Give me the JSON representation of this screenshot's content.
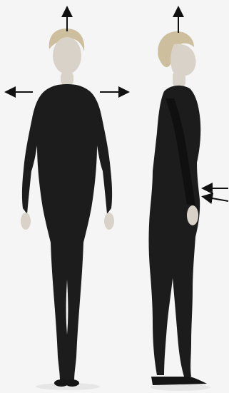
{
  "image": {
    "description_free": true,
    "colors": {
      "background": "#f5f5f5",
      "suit": "#1c1c1c",
      "skin": "#d9d2c8",
      "hair": "#cdbf9e",
      "arrow": "#111111",
      "shadow": "#e6e6e6"
    },
    "figures": [
      {
        "view": "front",
        "arrows": [
          "up",
          "left",
          "right"
        ]
      },
      {
        "view": "side",
        "arrows": [
          "up",
          "left",
          "left"
        ]
      }
    ]
  }
}
